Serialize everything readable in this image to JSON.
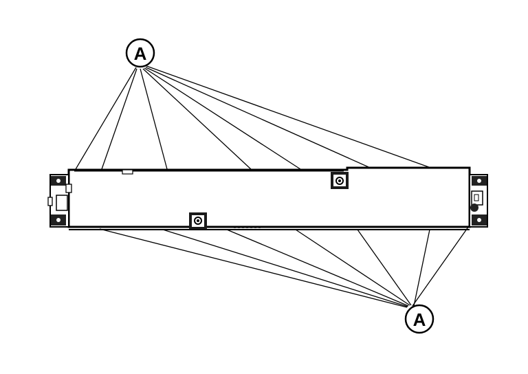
{
  "callouts": [
    {
      "id": "top",
      "label": "A"
    },
    {
      "id": "bottom",
      "label": "A"
    }
  ],
  "colors": {
    "ink": "#000000",
    "paper": "#ffffff",
    "dark_fill": "#1a1a1a"
  }
}
